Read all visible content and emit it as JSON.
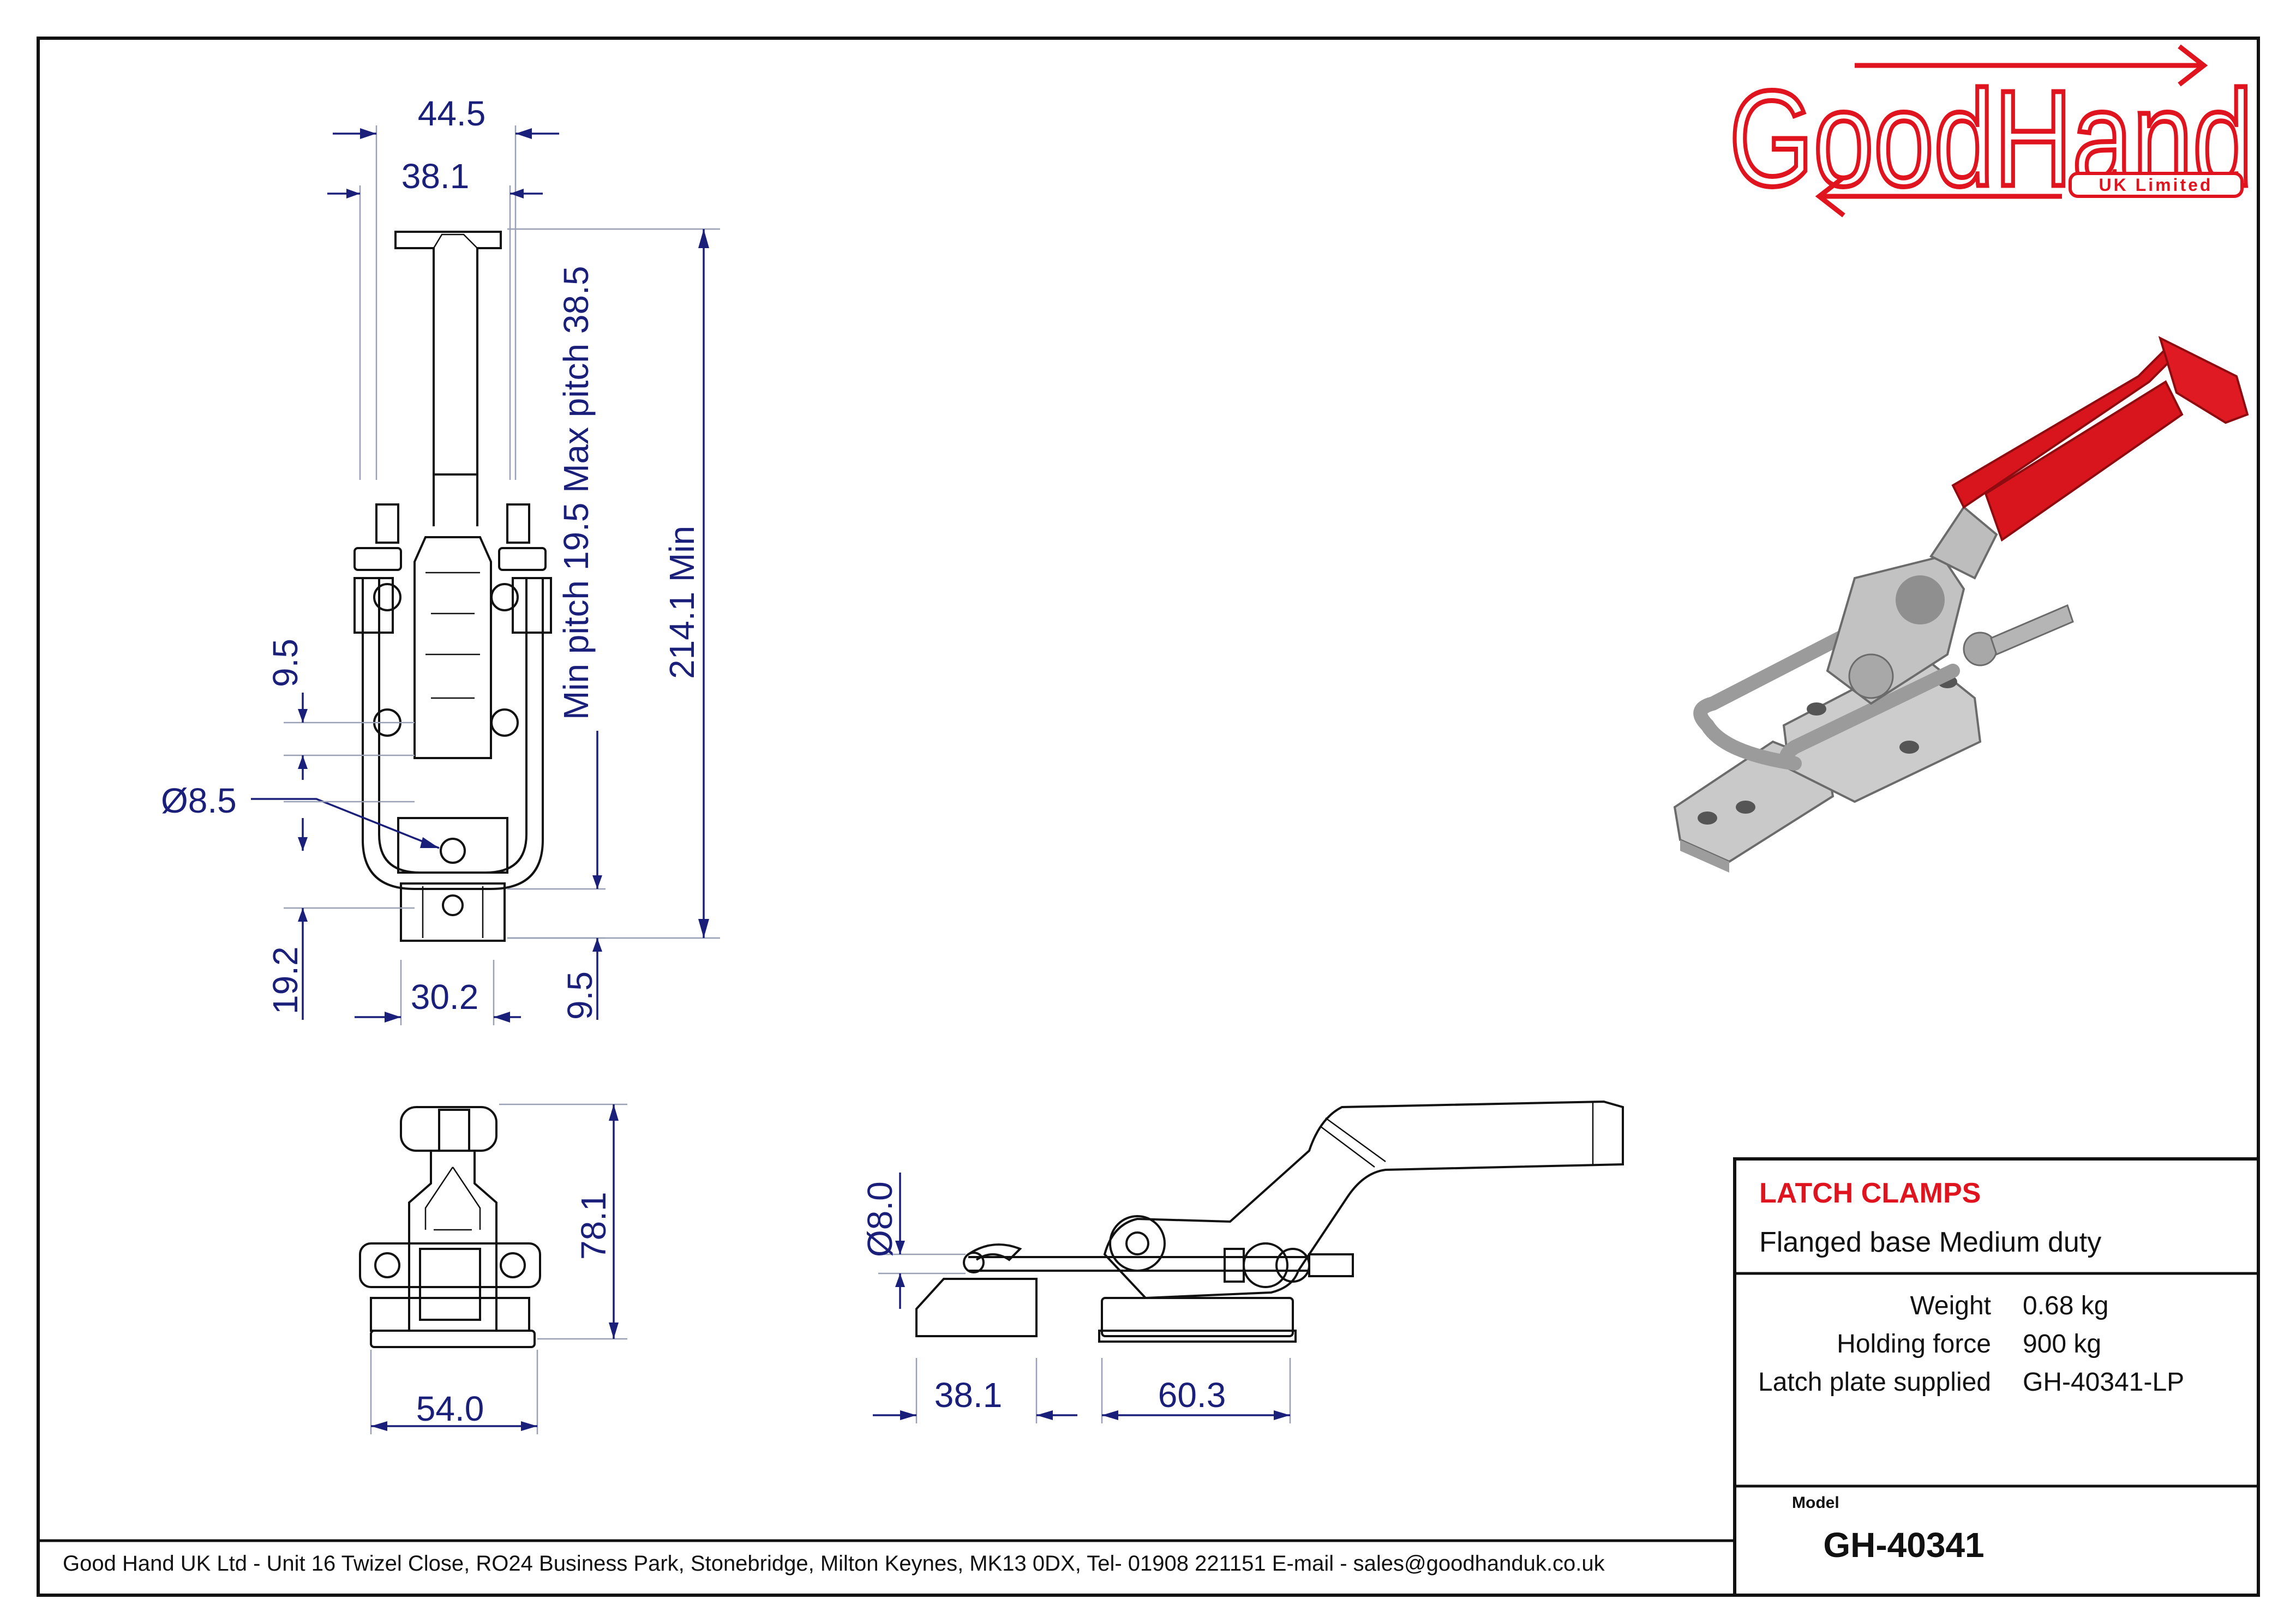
{
  "company": {
    "logo_text": "GoodHand",
    "logo_sub": "UK Limited",
    "footer": "Good Hand UK Ltd  - Unit 16 Twizel Close, RO24 Business Park, Stonebridge, Milton Keynes, MK13 0DX,  Tel- 01908 221151  E-mail - sales@goodhanduk.co.uk"
  },
  "title_block": {
    "category": "LATCH CLAMPS",
    "subtitle": "Flanged base Medium duty",
    "specs": [
      {
        "label": "Weight",
        "value": "0.68 kg"
      },
      {
        "label": "Holding force",
        "value": "900 kg"
      },
      {
        "label": "Latch plate supplied",
        "value": "GH-40341-LP"
      }
    ],
    "model_label": "Model",
    "model": "GH-40341"
  },
  "dimensions": {
    "top_width": "44.5",
    "top_inner": "38.1",
    "pitch": "Min pitch 19.5 Max pitch 38.5",
    "overall": "214.1 Min",
    "hole_offset": "9.5",
    "hole_dia": "Ø8.5",
    "bottom_left": "19.2",
    "bottom_width": "30.2",
    "bottom_right": "9.5",
    "front_height": "78.1",
    "front_width": "54.0",
    "side_dia": "Ø8.0",
    "side_plate": "38.1",
    "side_base": "60.3"
  },
  "colors": {
    "dimension": "#1a1f7a",
    "brand_red": "#e0141e",
    "handle_red": "#d8141c",
    "line": "#111111"
  }
}
